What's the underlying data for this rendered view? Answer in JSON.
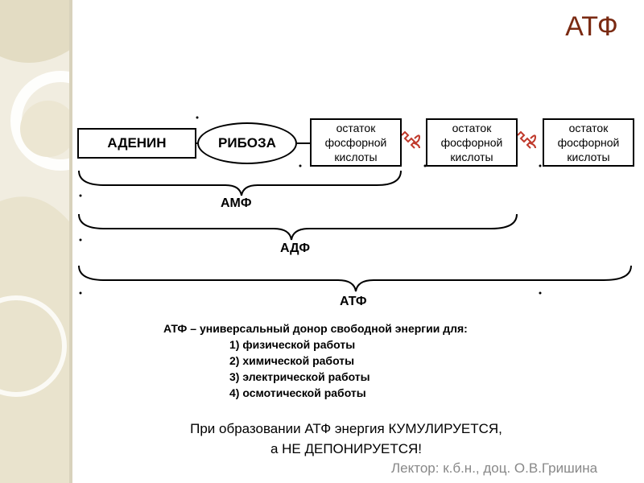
{
  "slide": {
    "title": "АТФ",
    "lecturer": "Лектор: к.б.н., доц. О.В.Гришина"
  },
  "molecule": {
    "adenine": "АДЕНИН",
    "ribose": "РИБОЗА",
    "phosphate_lines": [
      "остаток",
      "фосфорной",
      "кислоты"
    ],
    "bond_color": "#c0392b"
  },
  "groups": {
    "amp": "АМФ",
    "adp": "АДФ",
    "atp": "АТФ"
  },
  "description": {
    "heading": "АТФ – универсальный донор свободной энергии для:",
    "items": [
      "1)  физической работы",
      "2)  химической работы",
      "3)  электрической работы",
      "4)  осмотической работы"
    ]
  },
  "conclusion": {
    "line1": "При образовании АТФ энергия КУМУЛИРУЕТСЯ,",
    "line2": "а НЕ ДЕПОНИРУЕТСЯ!"
  },
  "colors": {
    "title": "#7a2a12",
    "deco": "#e8e2cc",
    "deco_dark": "#d6ccaa"
  }
}
